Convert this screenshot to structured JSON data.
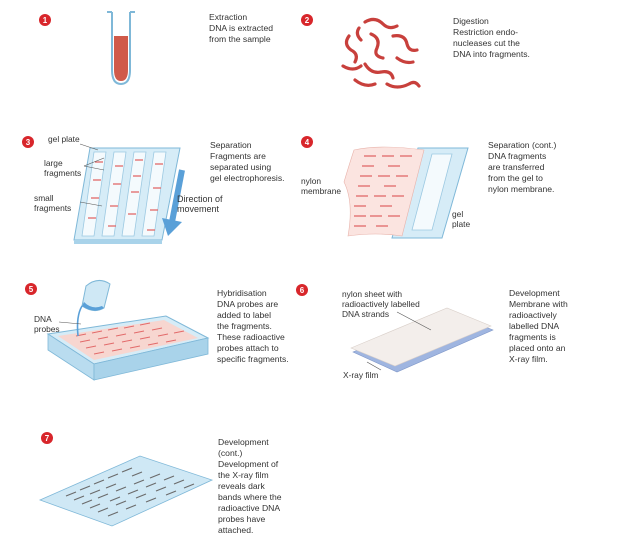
{
  "colors": {
    "badge": "#d8262b",
    "dna": "#c8403c",
    "gel": "#cfe8f5",
    "gel_edge": "#7fb8d8",
    "band": "#e26a6a",
    "film": "#f3eeeb",
    "film_blue": "#9fb5e0",
    "arrow": "#5aa0d8"
  },
  "steps": [
    {
      "num": "1",
      "title": "Extraction",
      "lines": [
        "DNA is extracted",
        "from the sample"
      ]
    },
    {
      "num": "2",
      "title": "Digestion",
      "lines": [
        "Restriction endo-",
        "nucleases cut the",
        "DNA into fragments."
      ]
    },
    {
      "num": "3",
      "title": "Separation",
      "lines": [
        "Fragments are",
        "separated using",
        "gel electrophoresis."
      ]
    },
    {
      "num": "4",
      "title": "Separation (cont.)",
      "lines": [
        "DNA fragments",
        "are transferred",
        "from the gel to",
        "nylon membrane."
      ]
    },
    {
      "num": "5",
      "title": "Hybridisation",
      "lines": [
        "DNA probes are",
        "added to label",
        "the fragments.",
        "These radioactive",
        "probes attach to",
        "specific fragments."
      ]
    },
    {
      "num": "6",
      "title": "Development",
      "lines": [
        "Membrane with",
        "radioactively",
        "labelled DNA",
        "fragments is",
        "placed onto an",
        "X-ray film."
      ]
    },
    {
      "num": "7",
      "title": "Development",
      "lines": [
        "(cont.)",
        "Development of",
        "the X-ray film",
        "reveals dark",
        "bands where the",
        "radioactive DNA",
        "probes have",
        "attached."
      ]
    }
  ],
  "labels": {
    "gel_plate": "gel plate",
    "large_fragments": [
      "large",
      "fragments"
    ],
    "small_fragments": [
      "small",
      "fragments"
    ],
    "direction": [
      "Direction of",
      "movement"
    ],
    "nylon_membrane": [
      "nylon",
      "membrane"
    ],
    "gel_plate_2": [
      "gel",
      "plate"
    ],
    "dna_probes": [
      "DNA",
      "probes"
    ],
    "nylon_sheet": [
      "nylon sheet with",
      "radioactively labelled",
      "DNA strands"
    ],
    "xray_film": "X-ray film"
  }
}
